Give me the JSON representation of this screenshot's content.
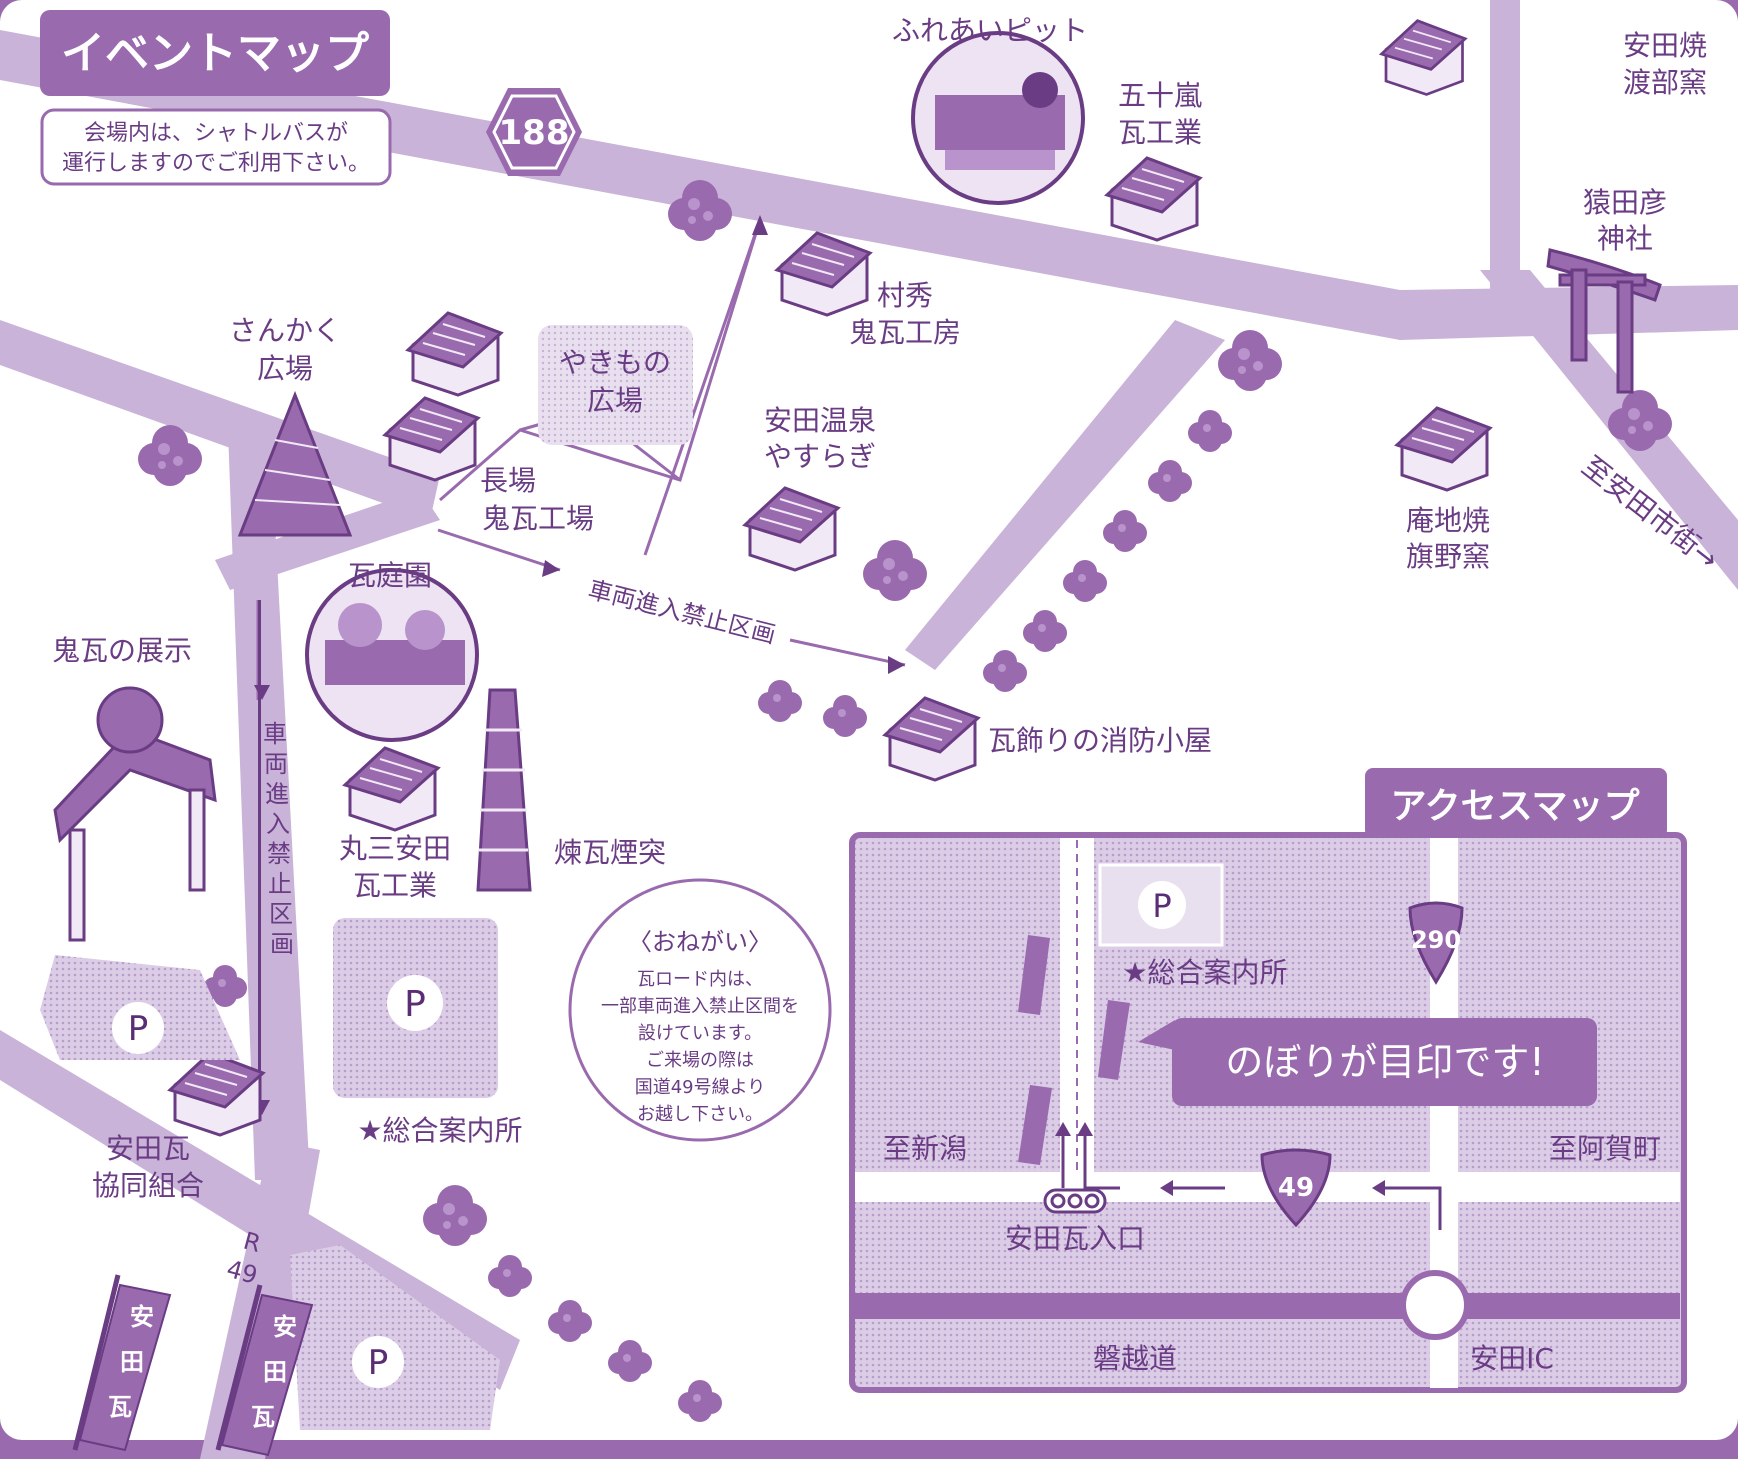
{
  "event_map": {
    "title": "イベントマップ",
    "shuttle_note": [
      "会場内は、シャトルバスが",
      "運行しますのでご利用下さい。"
    ],
    "route_188": "188",
    "route_r49": [
      "R",
      "49"
    ],
    "no_vehicle_zone_h": "車両進入禁止区画",
    "no_vehicle_zone_v": [
      "車",
      "両",
      "進",
      "入",
      "禁",
      "止",
      "区",
      "画"
    ],
    "places": {
      "fureai_pit": "ふれあいピット",
      "igarashi": [
        "五十嵐",
        "瓦工業"
      ],
      "watabe": [
        "安田焼",
        "渡部窯"
      ],
      "sarutahiko": [
        "猿田彦",
        "神社"
      ],
      "muraide": [
        "村秀",
        "鬼瓦工房"
      ],
      "yakimono": [
        "やきもの",
        "広場"
      ],
      "sankaku": [
        "さんかく",
        "広場"
      ],
      "nagaba": [
        "長場",
        "鬼瓦工場"
      ],
      "onsen": [
        "安田温泉",
        "やすらぎ"
      ],
      "anchiyaki": [
        "庵地焼",
        "旗野窯"
      ],
      "to_city": "至安田市街→",
      "gateien": "瓦庭園",
      "onigawara_exhibit": "鬼瓦の展示",
      "fire_hut": "瓦飾りの消防小屋",
      "marusan": [
        "丸三安田",
        "瓦工業"
      ],
      "chimney": "煉瓦煙突",
      "info_center": "★総合案内所",
      "coop": [
        "安田瓦",
        "協同組合"
      ]
    },
    "parking": "P",
    "banner_text": [
      "安",
      "田",
      "瓦"
    ],
    "request": {
      "title": "〈おねがい〉",
      "lines": [
        "瓦ロード内は、",
        "一部車両進入禁止区間を",
        "設けています。",
        "ご来場の際は",
        "国道49号線より",
        "お越し下さい。"
      ]
    }
  },
  "access_map": {
    "title": "アクセスマップ",
    "parking": "P",
    "info_center": "★総合案内所",
    "route_290": "290",
    "route_49": "49",
    "callout": "のぼりが目印です!",
    "to_niigata": "至新潟",
    "to_aga": "至阿賀町",
    "entrance": "安田瓦入口",
    "expressway": "磐越道",
    "ic": "安田IC"
  },
  "colors": {
    "purple": "#9a6aae",
    "road": "#c9b3d8",
    "text": "#6a3c84",
    "zone": "#ddd0e8",
    "background": "#ffffff"
  }
}
